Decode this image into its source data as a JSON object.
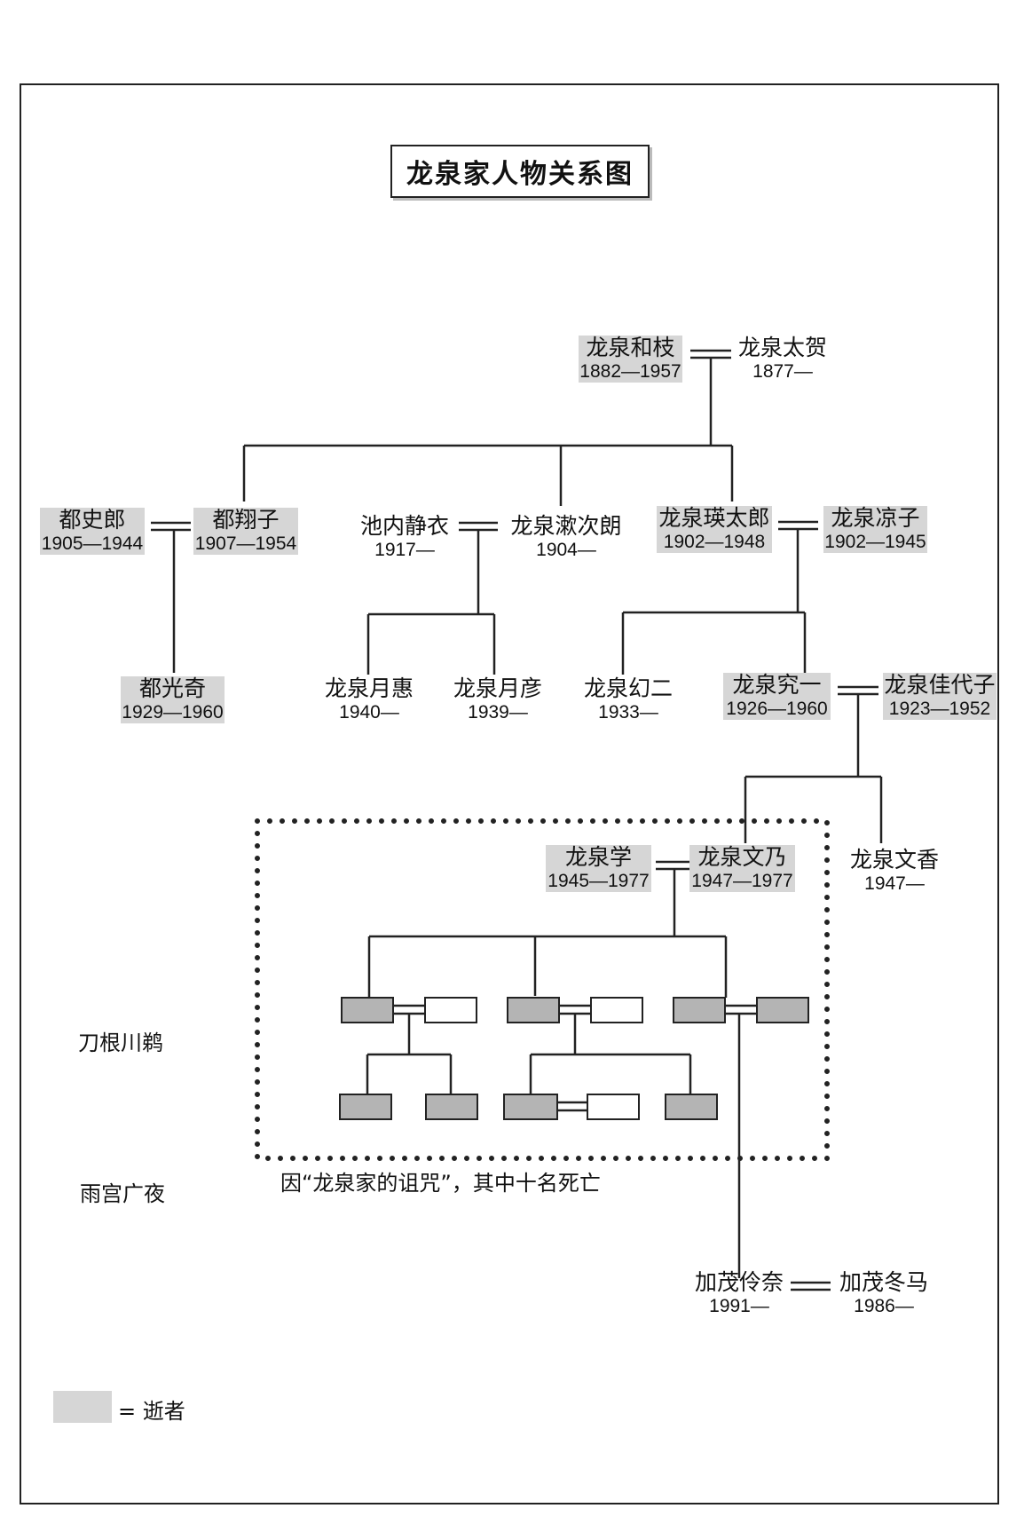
{
  "title": "龙泉家人物关系图",
  "people": [
    {
      "id": "kazue",
      "name": "龙泉和枝",
      "years": "1882—1957",
      "deceased": true
    },
    {
      "id": "taga",
      "name": "龙泉太贺",
      "years": "1877—",
      "deceased": false
    },
    {
      "id": "shiro",
      "name": "都史郎",
      "years": "1905—1944",
      "deceased": true
    },
    {
      "id": "shoko",
      "name": "都翔子",
      "years": "1907—1954",
      "deceased": true
    },
    {
      "id": "shizue",
      "name": "池内静衣",
      "years": "1917—",
      "deceased": false
    },
    {
      "id": "sojiro",
      "name": "龙泉漱次朗",
      "years": "1904—",
      "deceased": false
    },
    {
      "id": "eitaro",
      "name": "龙泉瑛太郎",
      "years": "1902—1948",
      "deceased": true
    },
    {
      "id": "ryoko",
      "name": "龙泉凉子",
      "years": "1902—1945",
      "deceased": true
    },
    {
      "id": "koki",
      "name": "都光奇",
      "years": "1929—1960",
      "deceased": true
    },
    {
      "id": "tsukie",
      "name": "龙泉月惠",
      "years": "1940—",
      "deceased": false
    },
    {
      "id": "tsukihiko",
      "name": "龙泉月彦",
      "years": "1939—",
      "deceased": false
    },
    {
      "id": "genji",
      "name": "龙泉幻二",
      "years": "1933—",
      "deceased": false
    },
    {
      "id": "kyuichi",
      "name": "龙泉究一",
      "years": "1926—1960",
      "deceased": true
    },
    {
      "id": "kayoko",
      "name": "龙泉佳代子",
      "years": "1923—1952",
      "deceased": true
    },
    {
      "id": "manabu",
      "name": "龙泉学",
      "years": "1945—1977",
      "deceased": true
    },
    {
      "id": "fumino",
      "name": "龙泉文乃",
      "years": "1947—1977",
      "deceased": true
    },
    {
      "id": "fumika",
      "name": "龙泉文香",
      "years": "1947—",
      "deceased": false
    },
    {
      "id": "reina",
      "name": "加茂伶奈",
      "years": "1991—",
      "deceased": false
    },
    {
      "id": "toma",
      "name": "加茂冬马",
      "years": "1986—",
      "deceased": false
    }
  ],
  "side_labels": [
    "刀根川鹈",
    "雨宫广夜"
  ],
  "caption": "因“龙泉家的诅咒”，其中十名死亡",
  "legend": {
    "label": "= 逝者",
    "deceased_color": "#d6d6d6"
  },
  "colors": {
    "line": "#222222",
    "filled_box": "#b4b4b4",
    "empty_box": "#ffffff"
  }
}
